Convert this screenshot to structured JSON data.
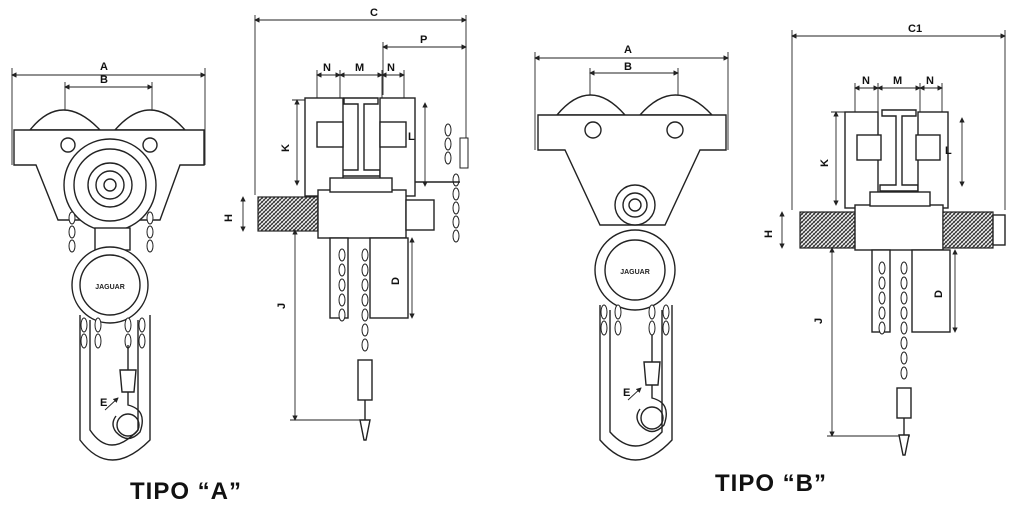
{
  "figures": [
    {
      "title": "TIPO “A”",
      "front_view": {
        "dims": {
          "a": "A",
          "b": "B",
          "e": "E"
        }
      },
      "side_view": {
        "dims": {
          "c": "C",
          "p": "P",
          "n_left": "N",
          "m": "M",
          "n_right": "N",
          "k": "K",
          "l": "L",
          "h": "H",
          "d": "D",
          "j": "J"
        }
      }
    },
    {
      "title": "TIPO “B”",
      "front_view": {
        "dims": {
          "a": "A",
          "b": "B",
          "e": "E"
        }
      },
      "side_view": {
        "dims": {
          "c": "C1",
          "n_left": "N",
          "m": "M",
          "n_right": "N",
          "k": "K",
          "l": "L",
          "h": "H",
          "d": "D",
          "j": "J"
        }
      }
    }
  ],
  "wheel_label": "JAGUAR"
}
